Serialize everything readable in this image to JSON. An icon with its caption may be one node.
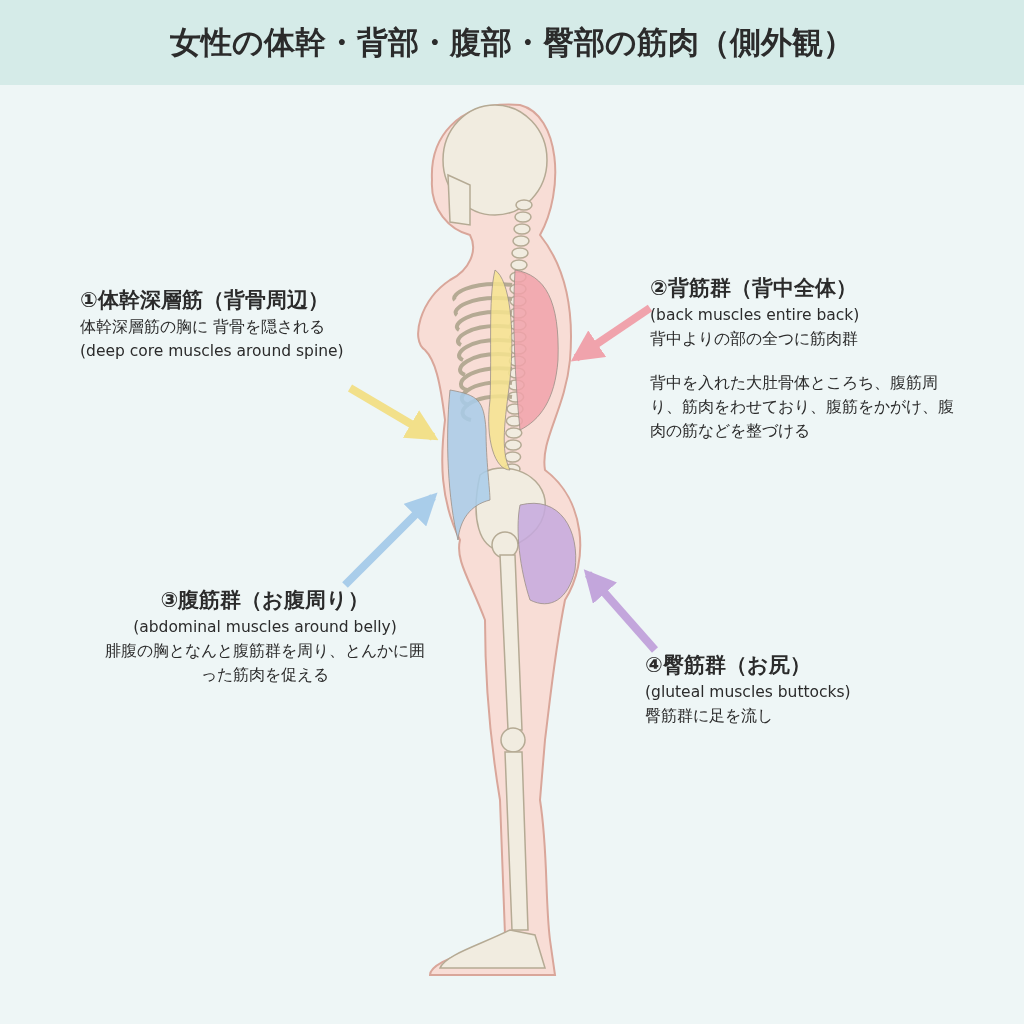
{
  "diagram": {
    "title": "女性の体幹・背部・腹部・臀部の筋肉（側外観）",
    "nodes": [
      {
        "text": [
          "①体幹深層筋（背骨周辺）",
          "体幹深層筋の胸に  背骨を隠される",
          "(deep core muscles around spine)"
        ]
      },
      {
        "text": [
          "②背筋群（背中全体）",
          "(back muscles entire back)",
          "背中よりの部の全つに筋肉群",
          "背中を入れた大肚骨体ところち、腹筋周り、筋肉をわせており、腹筋をかがけ、腹肉の筋などを整づける"
        ]
      },
      {
        "text": [
          "③腹筋群（お腹周り）",
          "(abdominal muscles around belly)",
          "腓腹の胸となんと腹筋群を周り、とんかに囲った筋肉を促える"
        ]
      },
      {
        "text": [
          "④臀筋群（お尻）",
          "(gluteal muscles buttocks)",
          "臀筋群に足を流し"
        ]
      },
      {
        "text": [],
        "shape": "picture"
      }
    ],
    "edges": [
      {
        "from": 0,
        "to": 4,
        "arrow": "to",
        "color": "#f2e08a"
      },
      {
        "from": 1,
        "to": 4,
        "arrow": "to",
        "color": "#f0a3ac"
      },
      {
        "from": 2,
        "to": 4,
        "arrow": "to",
        "color": "#a9cdea"
      },
      {
        "from": 3,
        "to": 4,
        "arrow": "to",
        "color": "#c3a6dc"
      }
    ]
  }
}
